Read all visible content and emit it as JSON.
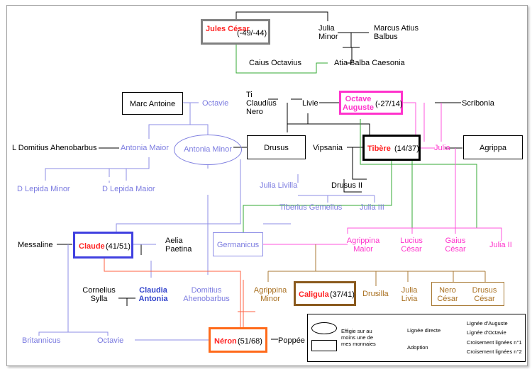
{
  "people": {
    "jules_cesar": "Jules César",
    "jules_dates": "(-49/-44)",
    "julia_minor": "Julia Minor",
    "marcus_atius": "Marcus Atius Balbus",
    "caius_octavius": "Caius Octavius",
    "atia": "Atia Balba Caesonia",
    "marc_antoine": "Marc Antoine",
    "octavie": "Octavie",
    "ti_claudius": "Ti Claudius Nero",
    "livie": "Livie",
    "octave": "Octave Auguste",
    "octave_dates": "(-27/14)",
    "scribonia": "Scribonia",
    "l_domitius": "L Domitius Ahenobarbus",
    "antonia_maior": "Antonia Maior",
    "antonia_minor": "Antonia Minor",
    "drusus": "Drusus",
    "vipsania": "Vipsania",
    "tibere": "Tibère",
    "tibere_dates": "(14/37)",
    "julia": "Julia",
    "agrippa": "Agrippa",
    "d_lepida_minor": "D Lepida Minor",
    "d_lepida_maior": "D Lepida Maior",
    "julia_livilla": "Julia Livilla",
    "drusus_ii": "Drusus II",
    "tiberius_gemellus": "Tiberius Gemellus",
    "julia_iii": "Julia III",
    "messaline": "Messaline",
    "claude": "Claude",
    "claude_dates": "(41/51)",
    "aelia": "Aelia Paetina",
    "germanicus": "Germanicus",
    "agrippina_maior": "Agrippina Maior",
    "lucius": "Lucius César",
    "gaius": "Gaius César",
    "julia_ii": "Julia II",
    "cornelius": "Cornelius Sylla",
    "claudia": "Claudia Antonia",
    "domitius": "Domitius Ahenobarbus",
    "agrippina_minor": "Agrippina Minor",
    "caligula": "Caligula",
    "caligula_dates": "(37/41)",
    "drusilla": "Drusilla",
    "julia_livia": "Julia Livia",
    "nero_cesar": "Nero César",
    "drusus_cesar": "Drusus César",
    "britannicus": "Britannicus",
    "octavie2": "Octavie",
    "neron": "Néron",
    "neron_dates": "(51/68)",
    "poppee": "Poppée"
  },
  "legend": {
    "effigie": "Effigie sur au moins une de mes monnaies",
    "lignee_directe": "Lignée directe",
    "adoption": "Adoption",
    "lignee_auguste": "Lignée d'Auguste",
    "lignee_octavie": "Lignée d'Octavie",
    "croisement1": "Croisement lignées  n°1",
    "croisement2": "Croisement lignées  n°2"
  },
  "colors": {
    "auguste": "#ff33cc",
    "octavie": "#3344cc",
    "croisement1": "#8a5a1e",
    "croisement2": "#ff6a1a",
    "adoption": "#33aa33",
    "emperor_red": "#ff2222"
  }
}
